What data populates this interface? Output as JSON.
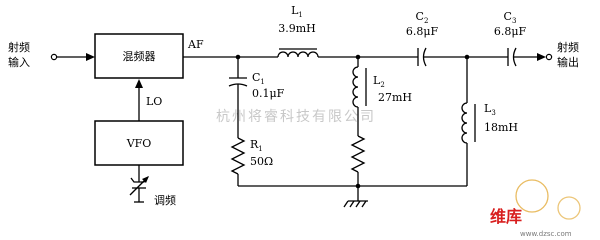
{
  "diagram": {
    "rf_input": [
      "射频",
      "输入"
    ],
    "rf_output": [
      "射频",
      "输出"
    ],
    "mixer": "混频器",
    "vfo": "VFO",
    "af": "AF",
    "lo": "LO",
    "tuning": "调频",
    "components": {
      "L1": {
        "sym": "L",
        "sub": "1",
        "value": "3.9mH"
      },
      "C1": {
        "sym": "C",
        "sub": "1",
        "value": "0.1μF"
      },
      "R1": {
        "sym": "R",
        "sub": "1",
        "value": "50Ω"
      },
      "L2": {
        "sym": "L",
        "sub": "2",
        "value": "27mH"
      },
      "C2": {
        "sym": "C",
        "sub": "2",
        "value": "6.8μF"
      },
      "C3": {
        "sym": "C",
        "sub": "3",
        "value": "6.8μF"
      },
      "L3": {
        "sym": "L",
        "sub": "3",
        "value": "18mH"
      }
    }
  },
  "watermark": "杭州将睿科技有限公司",
  "logo": {
    "line1": "维库",
    "line2": "www.dzsc.com"
  },
  "colors": {
    "ink": "#000000",
    "watermark": "#c8c8c8",
    "logo_red": "#d81e1e",
    "logo_green": "#2b9a3c"
  }
}
